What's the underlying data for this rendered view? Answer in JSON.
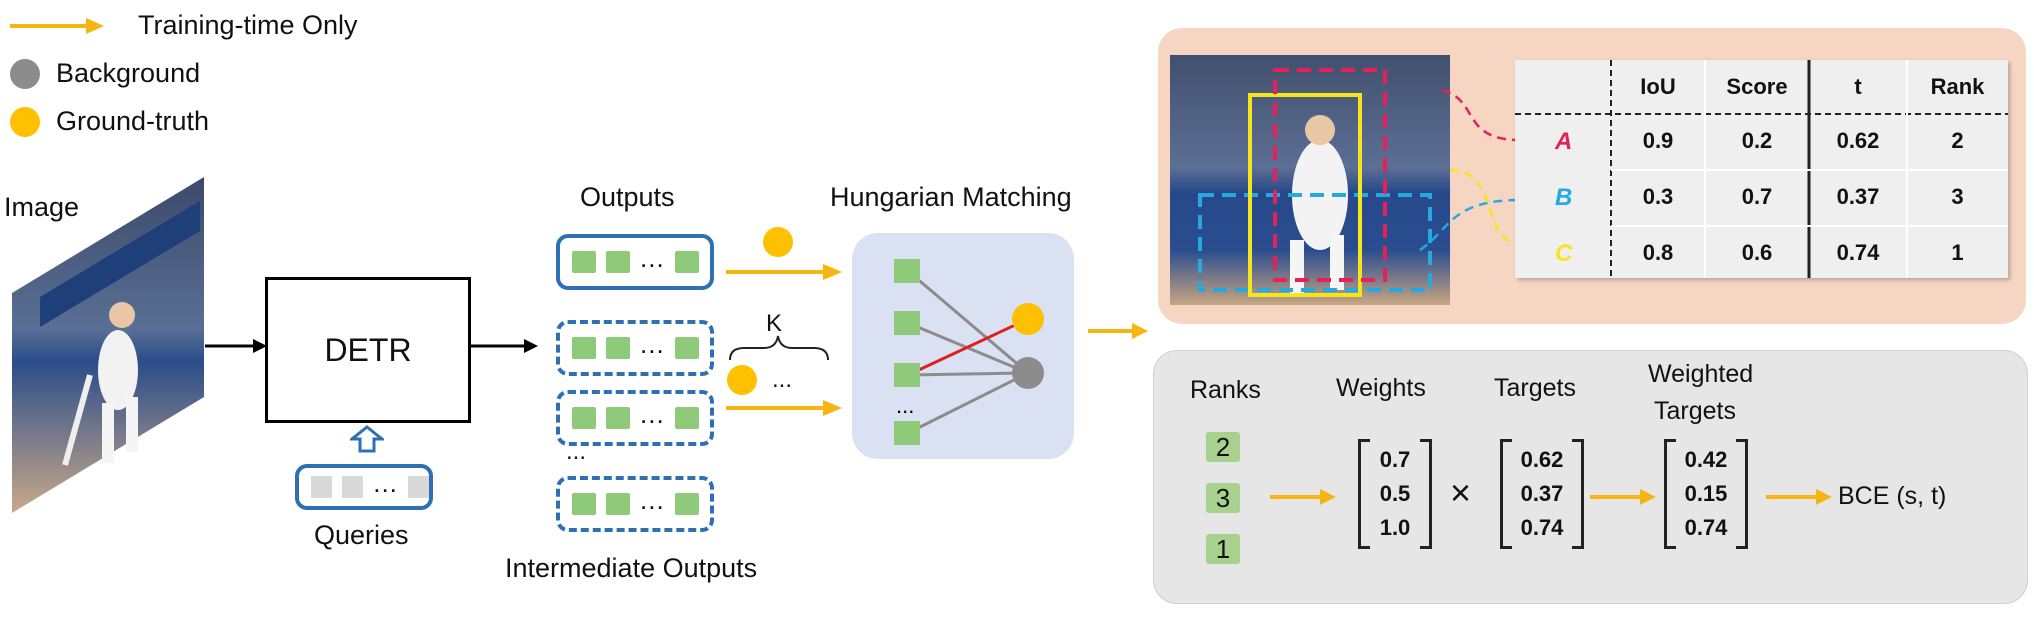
{
  "legend": {
    "training": "Training-time Only",
    "background": "Background",
    "ground_truth": "Ground-truth"
  },
  "labels": {
    "image": "Image",
    "detr": "DETR",
    "queries": "Queries",
    "outputs": "Outputs",
    "intermediate": "Intermediate Outputs",
    "hungarian": "Hungarian Matching",
    "k": "K",
    "ellipsis": "...",
    "vertical_dots": "..."
  },
  "table": {
    "headers": [
      "IoU",
      "Score",
      "t",
      "Rank"
    ],
    "rows": [
      {
        "label": "A",
        "color": "#e6215a",
        "iou": "0.9",
        "score": "0.2",
        "t": "0.62",
        "rank": "2"
      },
      {
        "label": "B",
        "color": "#26a9e0",
        "iou": "0.3",
        "score": "0.7",
        "t": "0.37",
        "rank": "3"
      },
      {
        "label": "C",
        "color": "#f5e61b",
        "iou": "0.8",
        "score": "0.6",
        "t": "0.74",
        "rank": "1"
      }
    ]
  },
  "bottom": {
    "ranks_title": "Ranks",
    "weights_title": "Weights",
    "targets_title": "Targets",
    "weighted_title_1": "Weighted",
    "weighted_title_2": "Targets",
    "ranks": [
      "2",
      "3",
      "1"
    ],
    "weights": [
      "0.7",
      "0.5",
      "1.0"
    ],
    "targets": [
      "0.62",
      "0.37",
      "0.74"
    ],
    "weighted": [
      "0.42",
      "0.15",
      "0.74"
    ],
    "times": "×",
    "bce": "BCE (s, t)"
  },
  "colors": {
    "arrow_orange": "#f7b512",
    "gt_yellow": "#ffc000",
    "bg_gray": "#8c8c8c",
    "box_blue": "#2e6fb6",
    "green": "#8fc97a",
    "match_red": "#e02020"
  }
}
